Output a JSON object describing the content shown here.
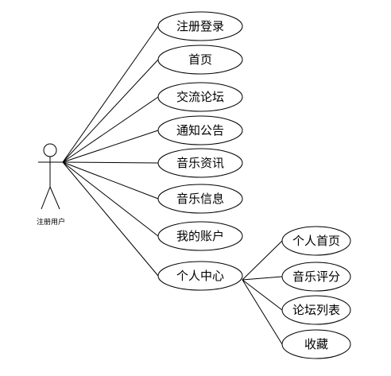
{
  "actor": {
    "label": "注册用户"
  },
  "use_cases": [
    {
      "id": "register-login",
      "label": "注册登录"
    },
    {
      "id": "home",
      "label": "首页"
    },
    {
      "id": "forum",
      "label": "交流论坛"
    },
    {
      "id": "announcement",
      "label": "通知公告"
    },
    {
      "id": "music-news",
      "label": "音乐资讯"
    },
    {
      "id": "music-info",
      "label": "音乐信息"
    },
    {
      "id": "my-account",
      "label": "我的账户"
    },
    {
      "id": "personal-center",
      "label": "个人中心"
    }
  ],
  "sub_use_cases": [
    {
      "id": "personal-home",
      "label": "个人首页"
    },
    {
      "id": "music-rating",
      "label": "音乐评分"
    },
    {
      "id": "forum-list",
      "label": "论坛列表"
    },
    {
      "id": "favorites",
      "label": "收藏"
    }
  ]
}
